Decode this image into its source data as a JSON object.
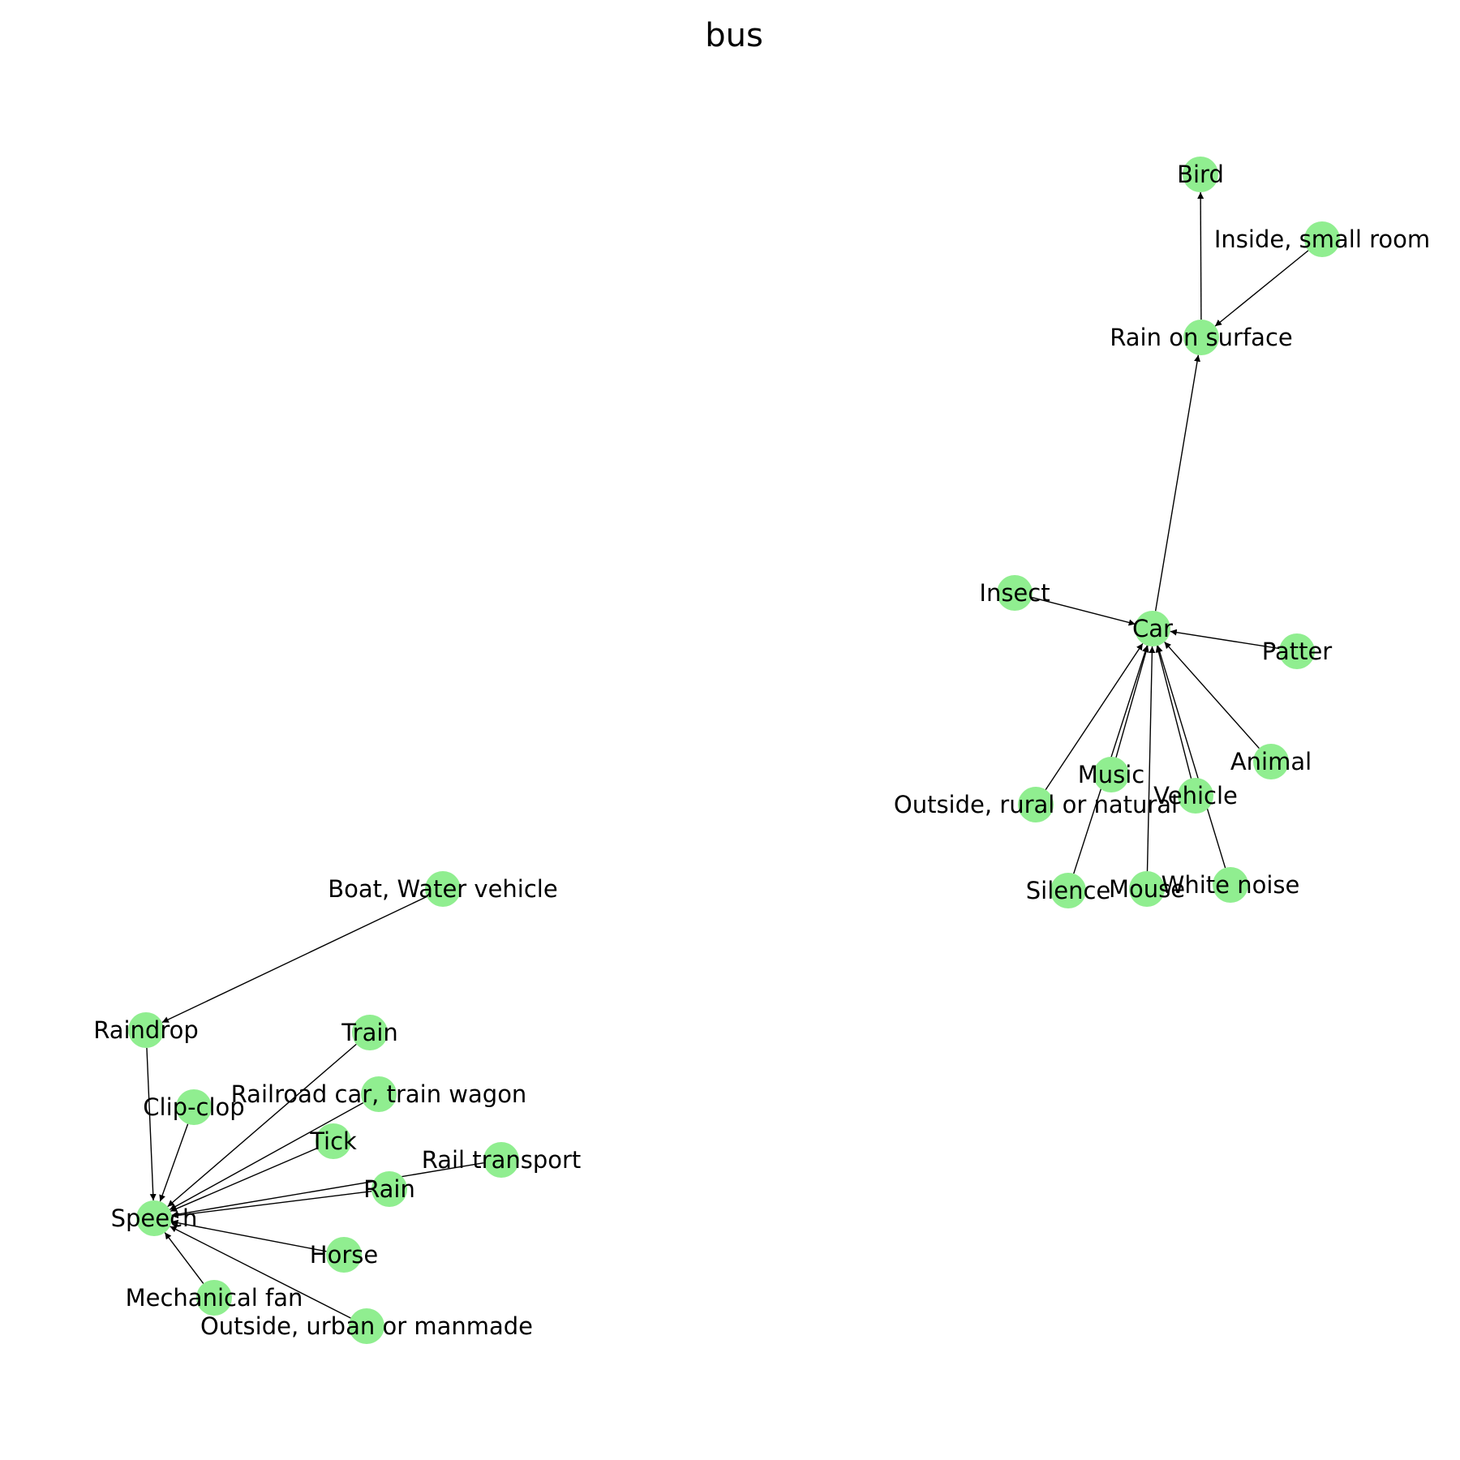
{
  "title": "bus",
  "colors": {
    "node_fill": "#90ee90",
    "edge": "#000000",
    "text": "#000000",
    "background": "#ffffff"
  },
  "nodes": [
    {
      "id": "bird",
      "label": "Bird"
    },
    {
      "id": "inside_small_room",
      "label": "Inside, small room"
    },
    {
      "id": "rain_on_surface",
      "label": "Rain on surface"
    },
    {
      "id": "insect",
      "label": "Insect"
    },
    {
      "id": "car",
      "label": "Car"
    },
    {
      "id": "patter",
      "label": "Patter"
    },
    {
      "id": "animal",
      "label": "Animal"
    },
    {
      "id": "music",
      "label": "Music"
    },
    {
      "id": "vehicle",
      "label": "Vehicle"
    },
    {
      "id": "outside_rural",
      "label": "Outside, rural or natural"
    },
    {
      "id": "silence",
      "label": "Silence"
    },
    {
      "id": "mouse",
      "label": "Mouse"
    },
    {
      "id": "white_noise",
      "label": "White noise"
    },
    {
      "id": "boat",
      "label": "Boat, Water vehicle"
    },
    {
      "id": "raindrop",
      "label": "Raindrop"
    },
    {
      "id": "train",
      "label": "Train"
    },
    {
      "id": "railroad_car",
      "label": "Railroad car, train wagon"
    },
    {
      "id": "clip_clop",
      "label": "Clip-clop"
    },
    {
      "id": "tick",
      "label": "Tick"
    },
    {
      "id": "rail_transport",
      "label": "Rail transport"
    },
    {
      "id": "rain",
      "label": "Rain"
    },
    {
      "id": "speech",
      "label": "Speech"
    },
    {
      "id": "horse",
      "label": "Horse"
    },
    {
      "id": "mechanical_fan",
      "label": "Mechanical fan"
    },
    {
      "id": "outside_urban",
      "label": "Outside, urban or manmade"
    }
  ],
  "edges": [
    {
      "source": "rain_on_surface",
      "target": "bird"
    },
    {
      "source": "inside_small_room",
      "target": "rain_on_surface"
    },
    {
      "source": "car",
      "target": "rain_on_surface"
    },
    {
      "source": "insect",
      "target": "car"
    },
    {
      "source": "patter",
      "target": "car"
    },
    {
      "source": "animal",
      "target": "car"
    },
    {
      "source": "music",
      "target": "car"
    },
    {
      "source": "vehicle",
      "target": "car"
    },
    {
      "source": "outside_rural",
      "target": "car"
    },
    {
      "source": "silence",
      "target": "car"
    },
    {
      "source": "mouse",
      "target": "car"
    },
    {
      "source": "white_noise",
      "target": "car"
    },
    {
      "source": "boat",
      "target": "raindrop"
    },
    {
      "source": "raindrop",
      "target": "speech"
    },
    {
      "source": "clip_clop",
      "target": "speech"
    },
    {
      "source": "train",
      "target": "speech"
    },
    {
      "source": "railroad_car",
      "target": "speech"
    },
    {
      "source": "tick",
      "target": "speech"
    },
    {
      "source": "rail_transport",
      "target": "speech"
    },
    {
      "source": "rain",
      "target": "speech"
    },
    {
      "source": "horse",
      "target": "speech"
    },
    {
      "source": "mechanical_fan",
      "target": "speech"
    },
    {
      "source": "outside_urban",
      "target": "speech"
    }
  ]
}
